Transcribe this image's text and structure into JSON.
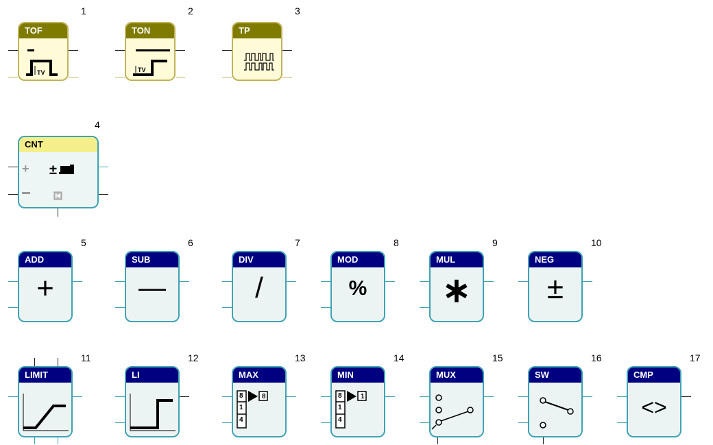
{
  "colors": {
    "timer_header": "#7f7b00",
    "timer_body": "#fffbd8",
    "timer_border": "#c2b25a",
    "counter_header": "#f4ef8a",
    "counter_body": "#eef5f5",
    "counter_border": "#3ea3b3",
    "math_header": "#000080",
    "math_body": "#ecf3f3",
    "math_border": "#3ea3b3"
  },
  "blocks": [
    {
      "name": "TOF",
      "number": "1",
      "icon": "off-delay-icon"
    },
    {
      "name": "TON",
      "number": "2",
      "icon": "on-delay-icon"
    },
    {
      "name": "TP",
      "number": "3",
      "icon": "pulse-icon"
    },
    {
      "name": "CNT",
      "number": "4",
      "icon": "counter-icon"
    },
    {
      "name": "ADD",
      "number": "5",
      "symbol": "+"
    },
    {
      "name": "SUB",
      "number": "6",
      "symbol": "—"
    },
    {
      "name": "DIV",
      "number": "7",
      "symbol": "/"
    },
    {
      "name": "MOD",
      "number": "8",
      "symbol": "%"
    },
    {
      "name": "MUL",
      "number": "9",
      "symbol": "∗"
    },
    {
      "name": "NEG",
      "number": "10",
      "symbol": "±"
    },
    {
      "name": "LIMIT",
      "number": "11",
      "icon": "limit-icon"
    },
    {
      "name": "LI",
      "number": "12",
      "icon": "level-icon"
    },
    {
      "name": "MAX",
      "number": "13",
      "icon": "max-icon"
    },
    {
      "name": "MIN",
      "number": "14",
      "icon": "min-icon"
    },
    {
      "name": "MUX",
      "number": "15",
      "icon": "multiplexer-icon"
    },
    {
      "name": "SW",
      "number": "16",
      "icon": "switch-icon"
    },
    {
      "name": "CMP",
      "number": "17",
      "symbol": "<>"
    }
  ],
  "selector_labels": {
    "max_in1": "8",
    "max_in2": "1",
    "max_in3": "4",
    "max_out": "8",
    "min_in1": "8",
    "min_in2": "1",
    "min_in3": "4",
    "min_out": "1"
  },
  "mux_glyphs": {
    "circle": "o"
  }
}
